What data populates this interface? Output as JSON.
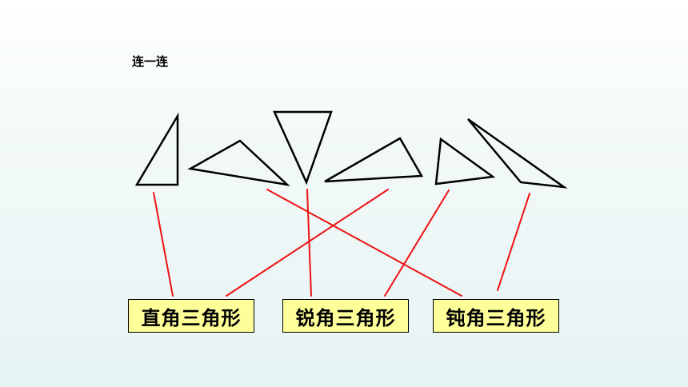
{
  "title": "连一连",
  "labels": {
    "right": "直角三角形",
    "acute": "锐角三角形",
    "obtuse": "钝角三角形"
  },
  "colors": {
    "line": "#ee1111",
    "triangle_stroke": "#000000",
    "label_fill": "#ffff99"
  }
}
